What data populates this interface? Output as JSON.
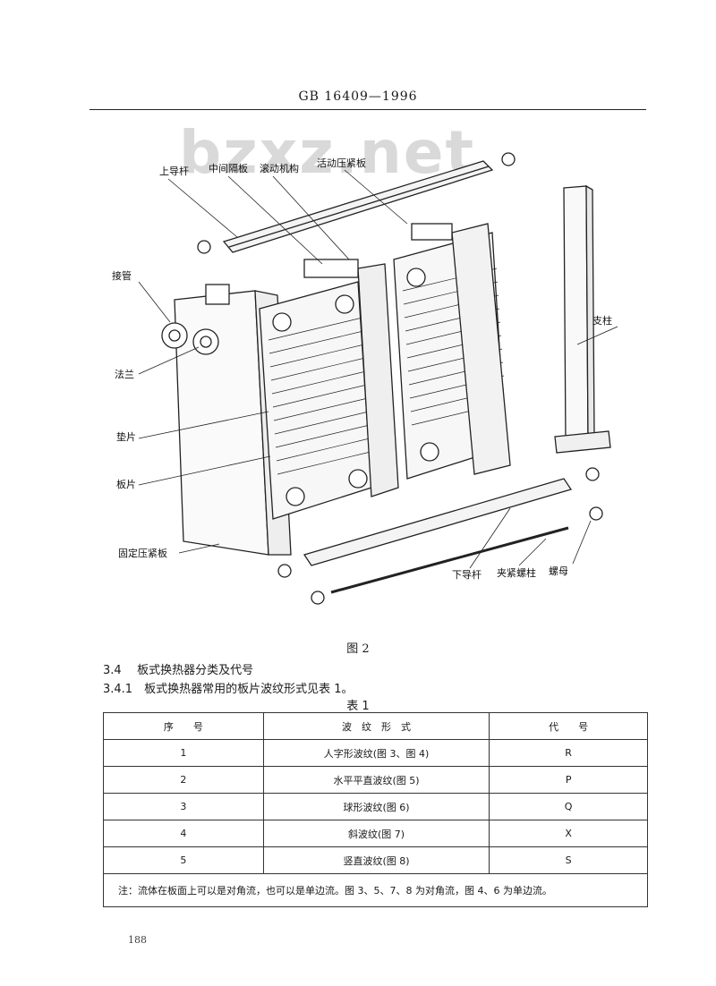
{
  "header": {
    "standard": "GB 16409—1996"
  },
  "watermark": "bzxz.net",
  "figure": {
    "caption": "图 2",
    "labels": {
      "upper_rod": "上导杆",
      "middle_plate": "中间隔板",
      "roller": "滚动机构",
      "movable_plate": "活动压紧板",
      "nozzle": "接管",
      "flange": "法兰",
      "column": "支柱",
      "gasket": "垫片",
      "plate": "板片",
      "fixed_plate": "固定压紧板",
      "lower_rod": "下导杆",
      "bolt": "夹紧螺柱",
      "nut": "螺母"
    }
  },
  "section": {
    "s34_num": "3.4",
    "s34_text": "板式换热器分类及代号",
    "s341_num": "3.4.1",
    "s341_text": "板式换热器常用的板片波纹形式见表 1。"
  },
  "table": {
    "title": "表 1",
    "headers": [
      "序　　号",
      "波　纹　形　式",
      "代　　号"
    ],
    "rows": [
      [
        "1",
        "人字形波纹(图 3、图 4)",
        "R"
      ],
      [
        "2",
        "水平平直波纹(图 5)",
        "P"
      ],
      [
        "3",
        "球形波纹(图 6)",
        "Q"
      ],
      [
        "4",
        "斜波纹(图 7)",
        "X"
      ],
      [
        "5",
        "竖直波纹(图 8)",
        "S"
      ]
    ],
    "note": "注：流体在板面上可以是对角流，也可以是单边流。图 3、5、7、8 为对角流，图 4、6 为单边流。"
  },
  "page_number": "188"
}
